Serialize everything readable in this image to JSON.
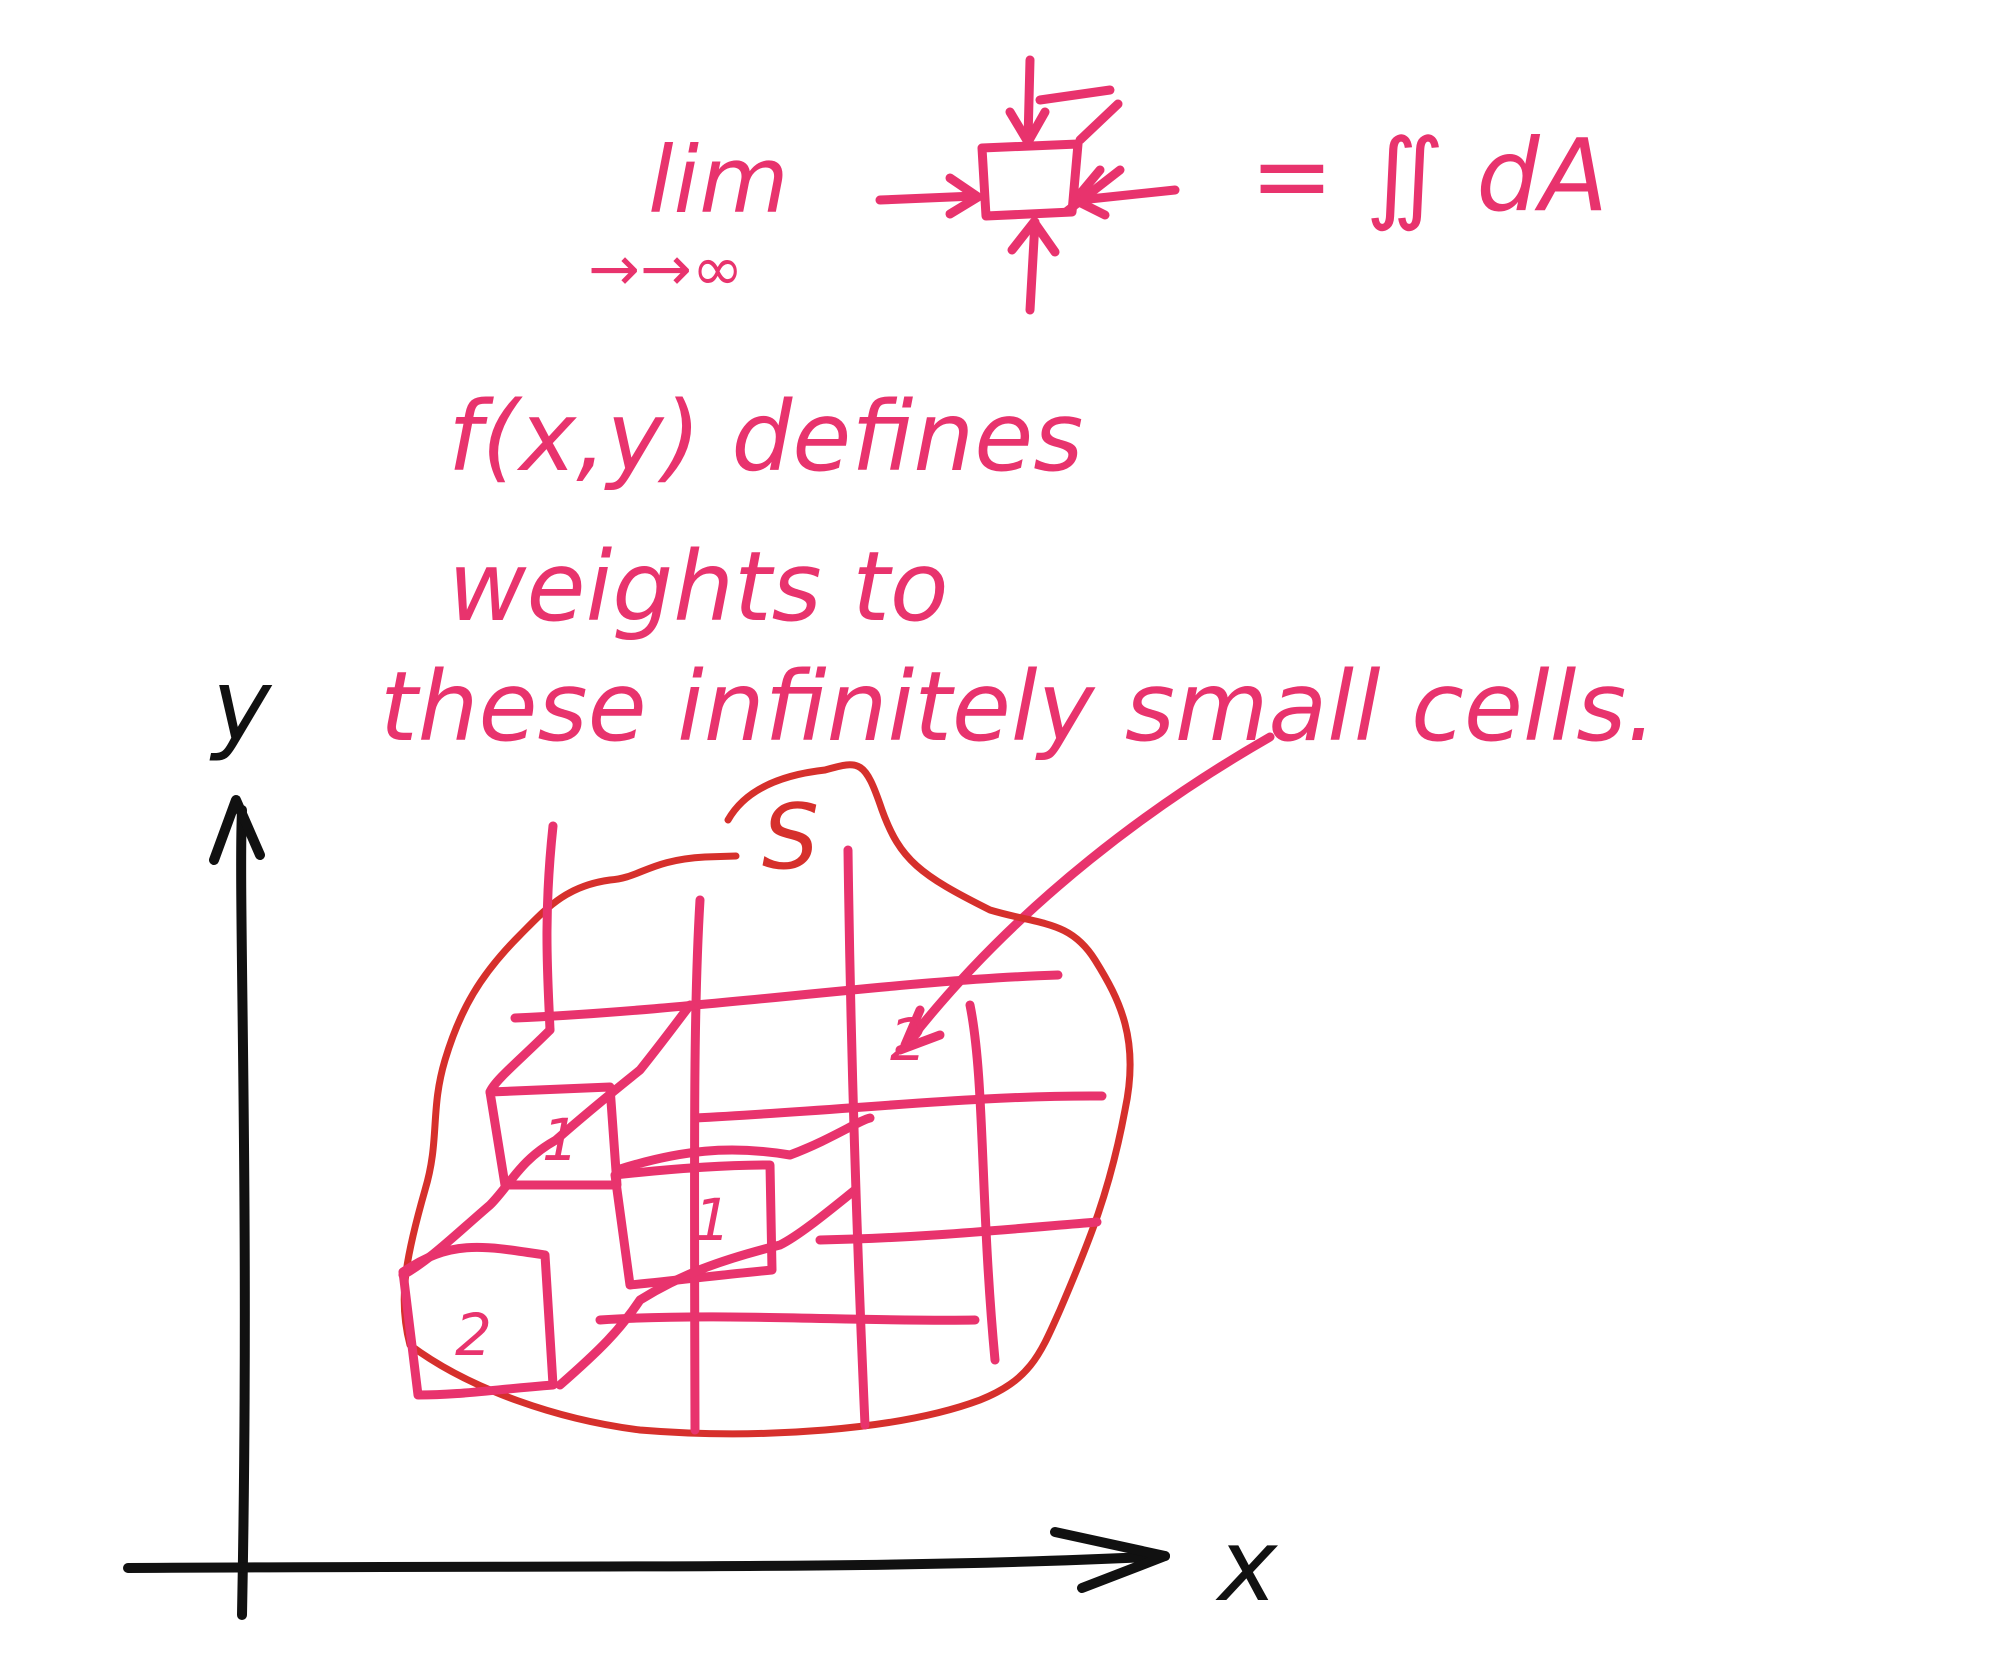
{
  "formula": {
    "lim_word": "lim",
    "lim_subscript": "→→∞",
    "equals_text": "= ∬ dA"
  },
  "annotation": {
    "line1": "f(x,y) defines",
    "line2": "weights to",
    "line3": "these infinitely small cells."
  },
  "axes": {
    "y_label": "y",
    "x_label": "x"
  },
  "region": {
    "label": "S"
  },
  "cell_weights": [
    "1",
    "1",
    "2",
    "2"
  ],
  "colors": {
    "pink_ink": "#e8336d",
    "red_ink": "#d6302c",
    "black_ink": "#111111",
    "background": "#ffffff"
  }
}
